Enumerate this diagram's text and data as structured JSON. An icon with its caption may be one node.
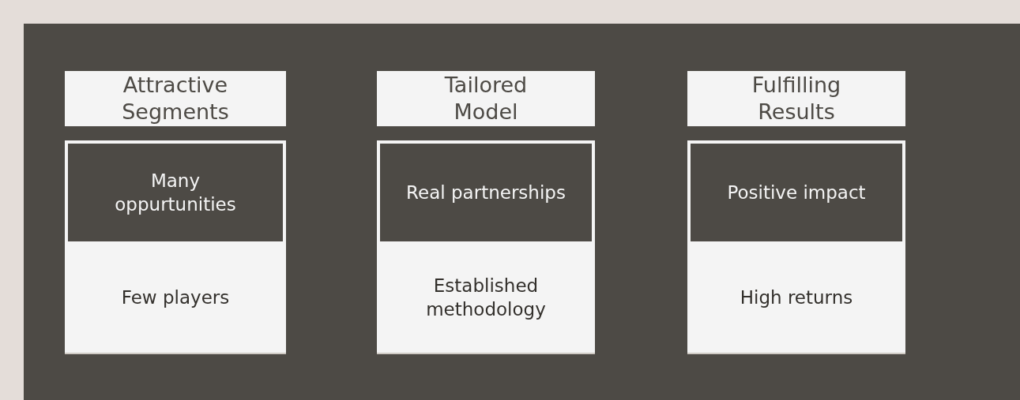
{
  "diagram": {
    "nodes": [
      {
        "text": [],
        "shape": "box"
      },
      {
        "text": [
          "Attractive Segments"
        ],
        "in": 0
      },
      {
        "text": [
          "Many oppurtunities"
        ],
        "in": 0
      },
      {
        "text": [
          "Few players"
        ],
        "in": 0
      },
      {
        "text": [
          "Tailored Model"
        ],
        "in": 0
      },
      {
        "text": [
          "Real partnerships"
        ],
        "in": 0
      },
      {
        "text": [
          "Established methodology"
        ],
        "in": 0
      },
      {
        "text": [
          "Fulfilling Results"
        ],
        "in": 0
      },
      {
        "text": [
          "Positive impact"
        ],
        "in": 0
      },
      {
        "text": [
          "High returns"
        ],
        "in": 0
      }
    ]
  }
}
